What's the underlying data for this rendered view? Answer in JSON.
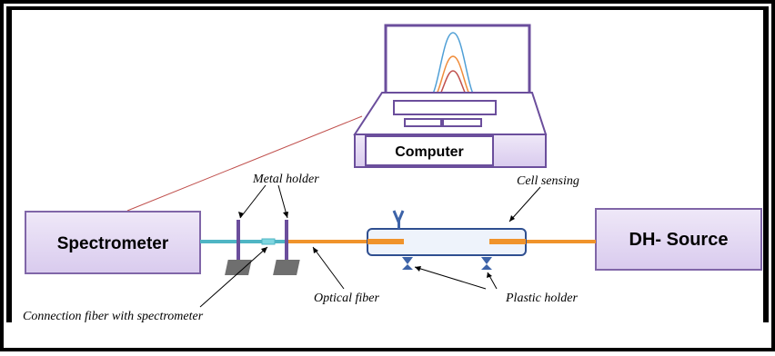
{
  "labels": {
    "computer": "Computer",
    "spectrometer": "Spectrometer",
    "source": "DH- Source",
    "metal_holder": "Metal holder",
    "cell_sensing": "Cell sensing",
    "optical_fiber": "Optical fiber",
    "plastic_holder": "Plastic holder",
    "connection_fiber": "Connection fiber with spectrometer"
  },
  "colors": {
    "box_fill": "#e4d9f2",
    "box_stroke": "#8066a8",
    "fiber_orange": "#f0932b",
    "fiber_cyan": "#4fb5c4",
    "cell_stroke": "#2f4f90",
    "cell_fill": "#dfe9f7",
    "holder_blue": "#3d63a8",
    "metal_post": "#6b4e9c",
    "metal_base": "#6f6f6f",
    "link_line": "#c0504d",
    "curve_blue": "#4f9fd6",
    "curve_orange": "#f08d3c",
    "curve_red": "#c0504d"
  }
}
